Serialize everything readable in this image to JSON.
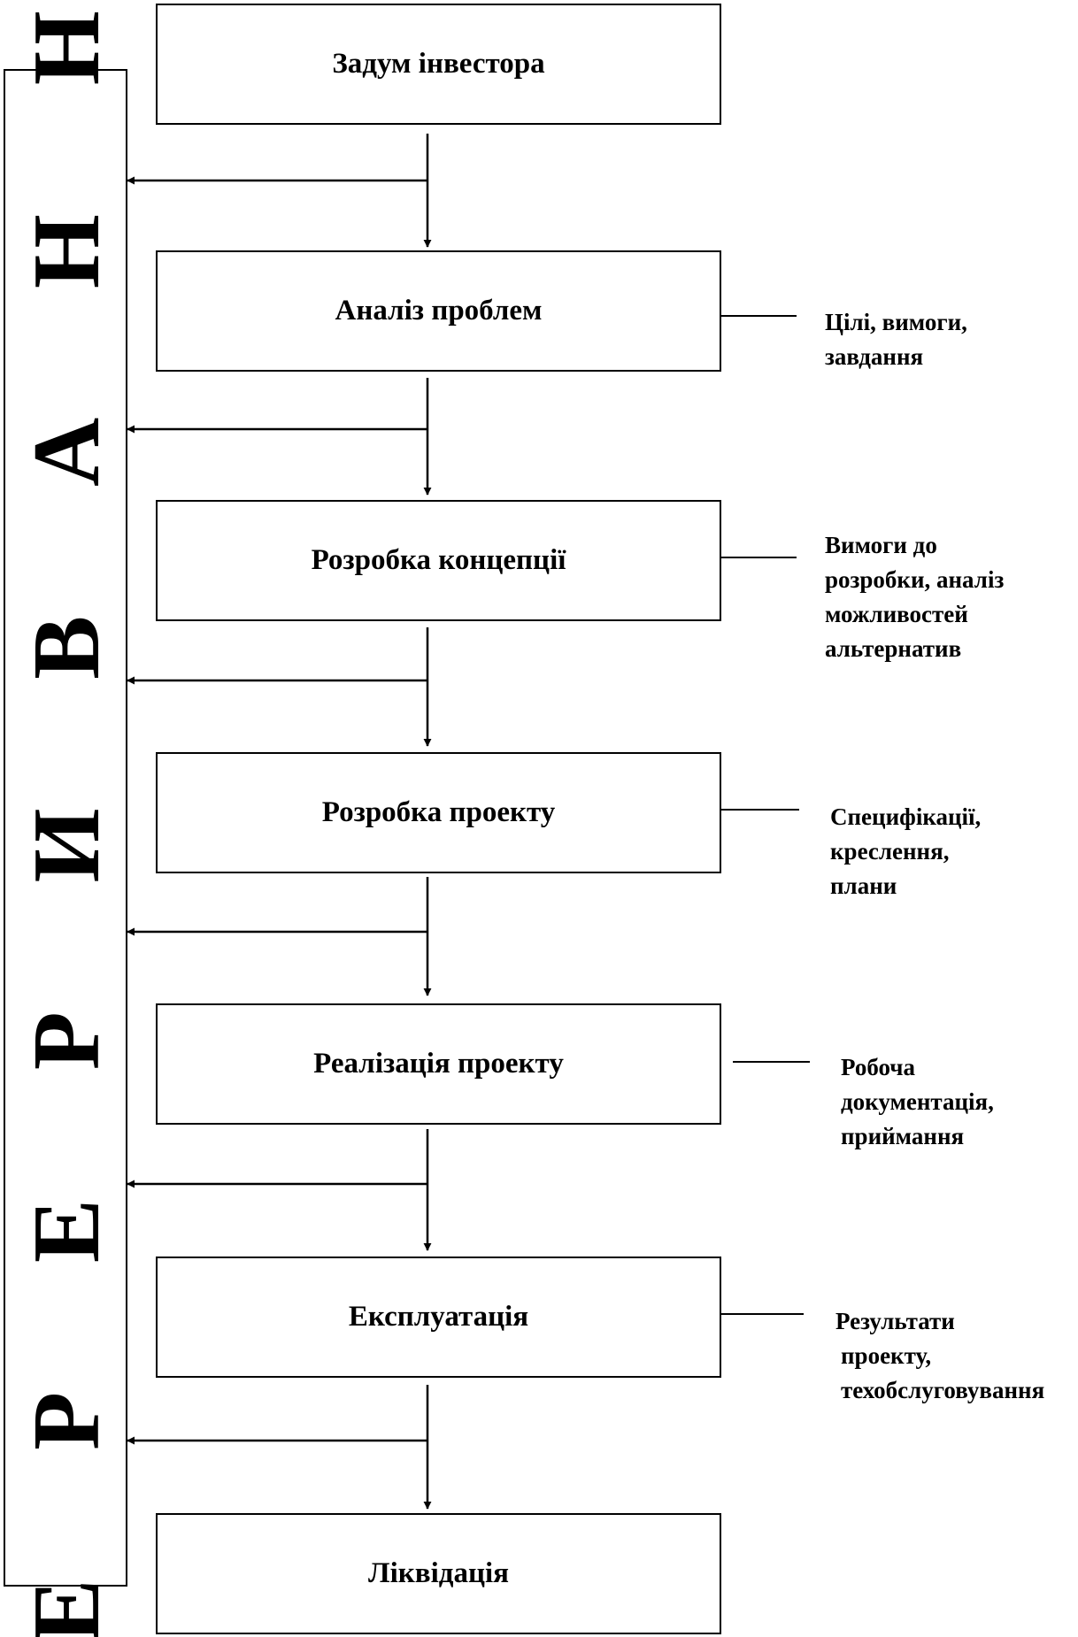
{
  "side_label": "П Е Р Е Р И В А Н Н Я",
  "stages": [
    {
      "id": "zadum",
      "label": "Задум інвестора"
    },
    {
      "id": "analiz",
      "label": "Аналіз проблем"
    },
    {
      "id": "koncepciya",
      "label": "Розробка концепції"
    },
    {
      "id": "proekt",
      "label": "Розробка проекту"
    },
    {
      "id": "realizaciya",
      "label": "Реалізація проекту"
    },
    {
      "id": "ekspluataciya",
      "label": "Експлуатація"
    },
    {
      "id": "likvidaciya",
      "label": "Ліквідація"
    }
  ],
  "notes": [
    {
      "stage": "analiz",
      "lines": [
        "Цілі, вимоги,",
        "завдання"
      ]
    },
    {
      "stage": "koncepciya",
      "lines": [
        "Вимоги до",
        "розробки, аналіз",
        "можливостей",
        "альтернатив"
      ]
    },
    {
      "stage": "proekt",
      "lines": [
        "Специфікації,",
        "креслення,",
        "плани"
      ]
    },
    {
      "stage": "realizaciya",
      "lines": [
        "Робоча",
        "документація,",
        "приймання"
      ]
    },
    {
      "stage": "ekspluataciya",
      "lines": [
        "Результати",
        "проекту,",
        "техобслуговування"
      ]
    }
  ]
}
